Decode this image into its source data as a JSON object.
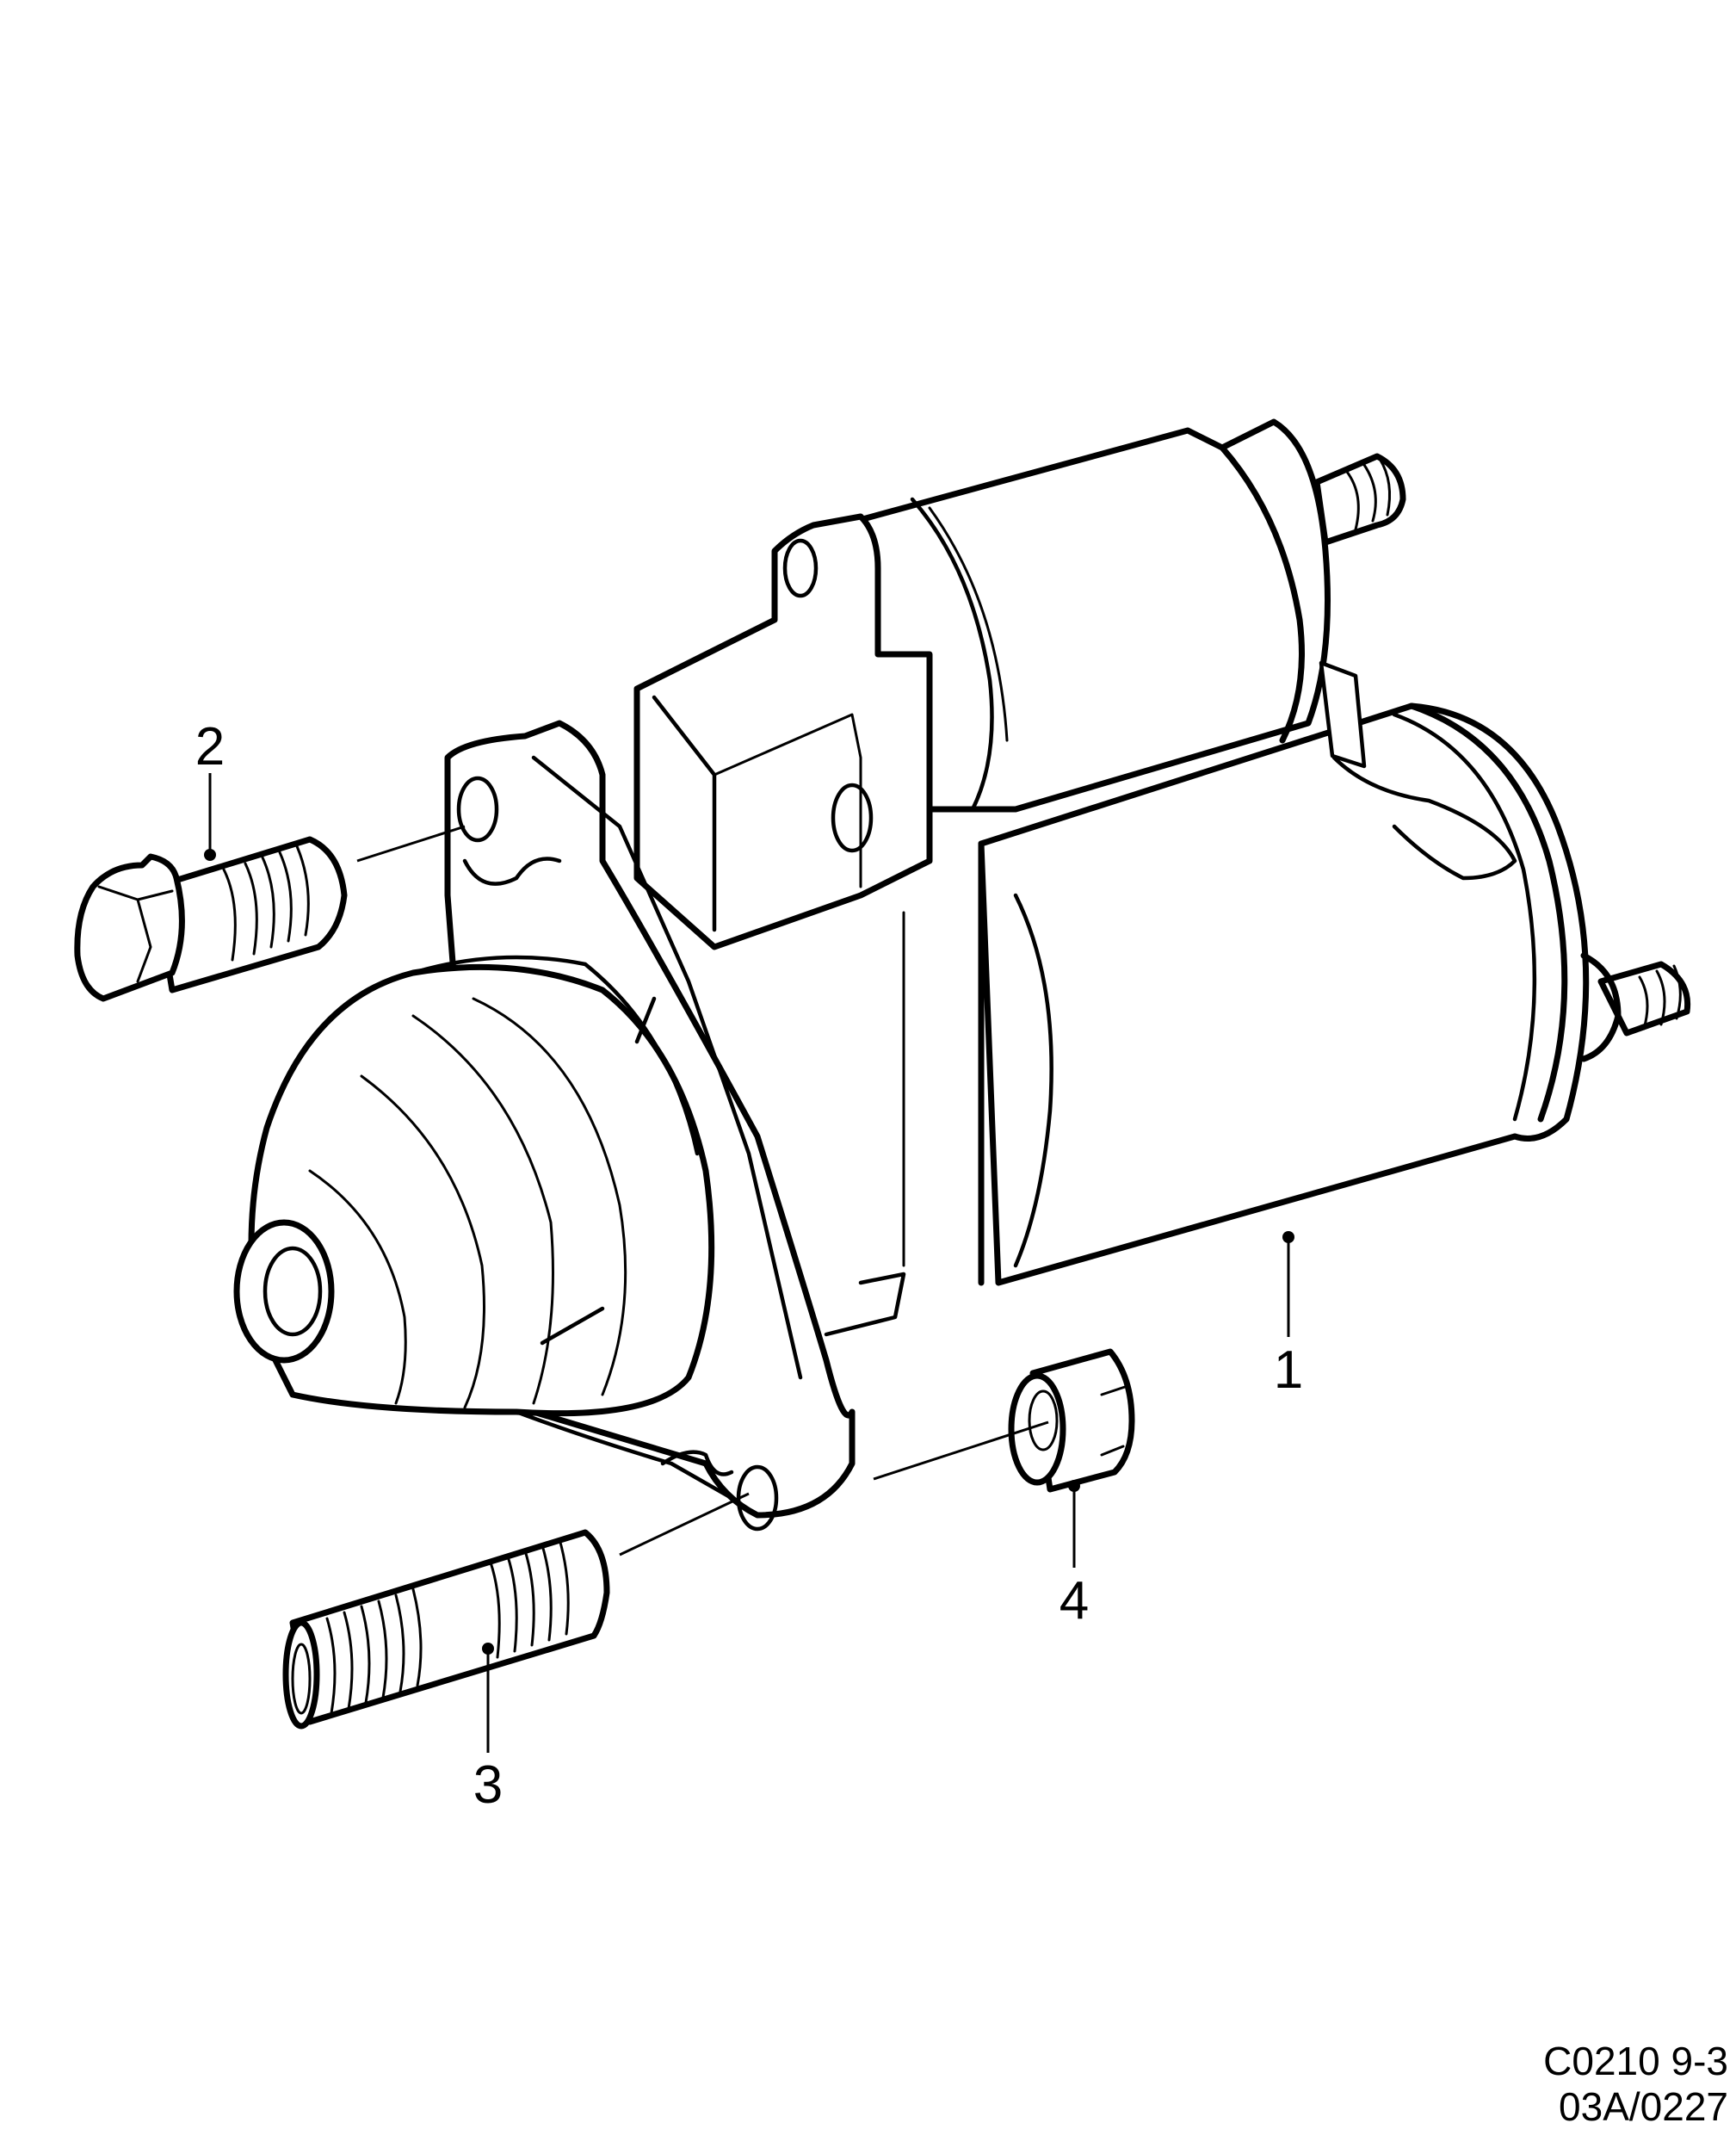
{
  "diagram": {
    "subject": "Starter motor assembly exploded view",
    "callouts": [
      {
        "id": "1",
        "label": "1",
        "part": "starter-motor"
      },
      {
        "id": "2",
        "label": "2",
        "part": "hex-bolt"
      },
      {
        "id": "3",
        "label": "3",
        "part": "stud"
      },
      {
        "id": "4",
        "label": "4",
        "part": "flange-nut"
      }
    ],
    "reference": {
      "line1": "C0210 9-3",
      "line2": "03A/0227"
    },
    "colors": {
      "line": "#000000",
      "background": "#ffffff"
    }
  }
}
